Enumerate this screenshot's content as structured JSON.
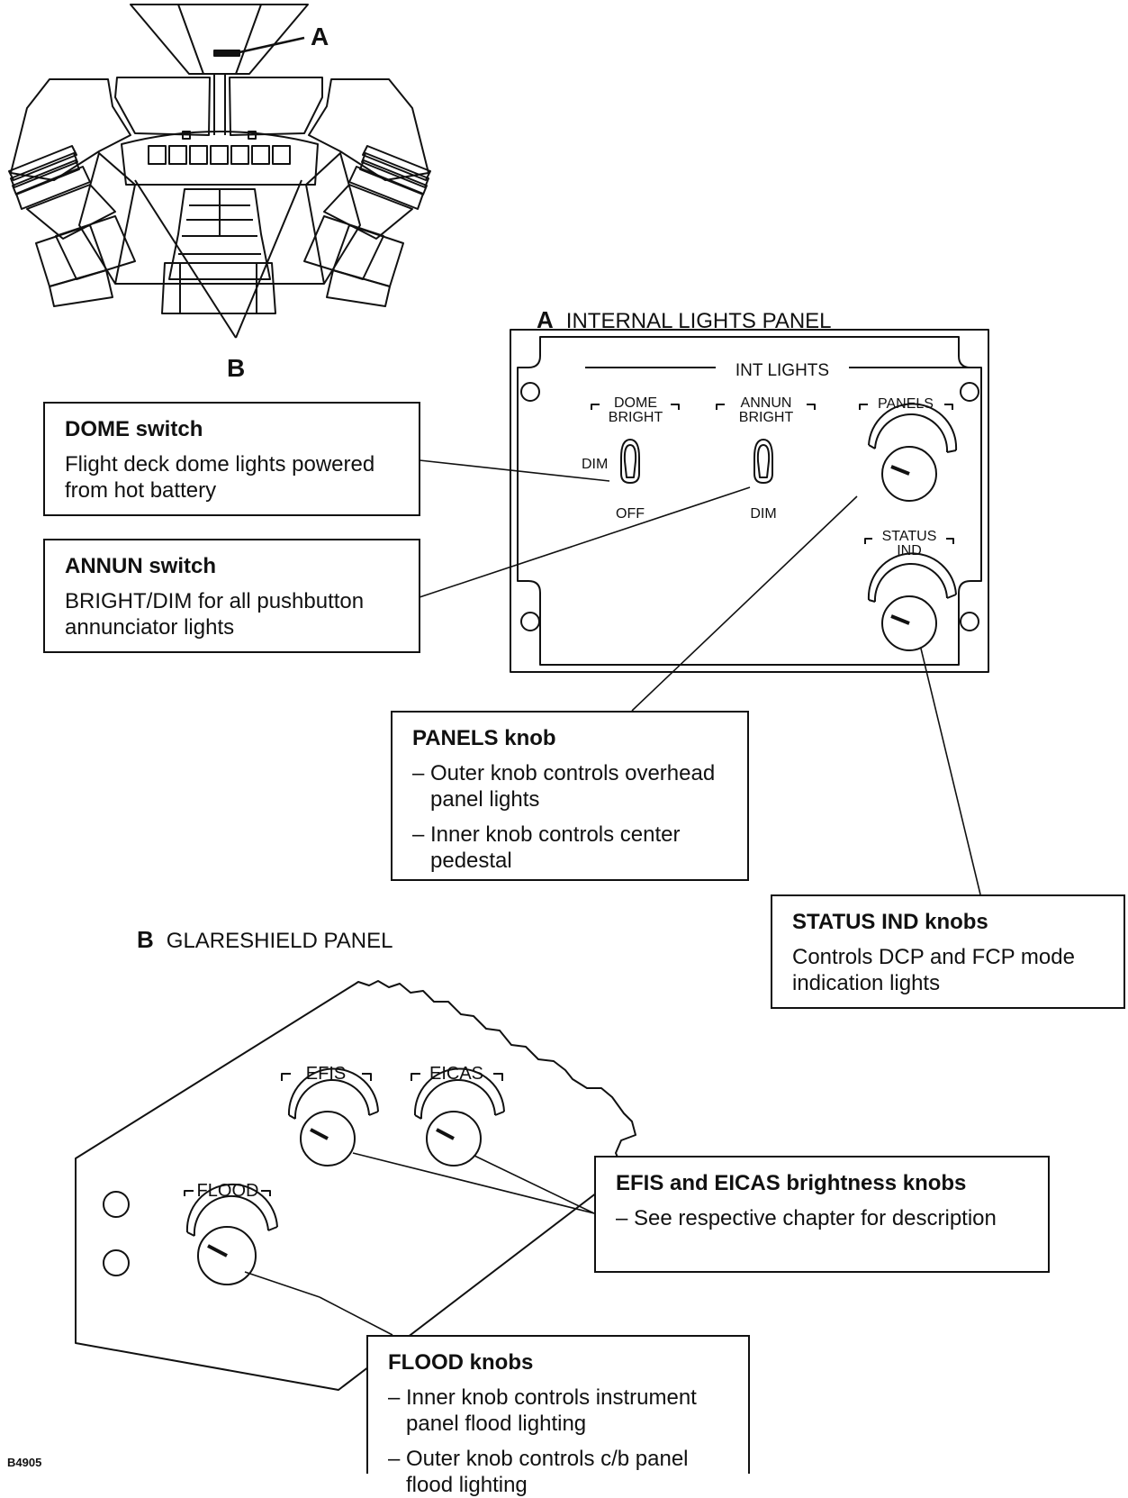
{
  "figure_id": "B4905",
  "callouts": {
    "a": "A",
    "b": "B"
  },
  "panel_a": {
    "letter": "A",
    "title": "INTERNAL LIGHTS PANEL",
    "int_lights_label": "INT LIGHTS",
    "dome_label_1": "DOME",
    "dome_label_2": "BRIGHT",
    "annun_label_1": "ANNUN",
    "annun_label_2": "BRIGHT",
    "dim_label": "DIM",
    "off_label": "OFF",
    "annun_dim_label": "DIM",
    "panels_label": "PANELS",
    "status_label_1": "STATUS",
    "status_label_2": "IND"
  },
  "panel_b": {
    "letter": "B",
    "title": "GLARESHIELD PANEL",
    "efis_label": "EFIS",
    "eicas_label": "EICAS",
    "flood_label": "FLOOD"
  },
  "boxes": {
    "dome": {
      "heading": "DOME switch",
      "text": "Flight deck dome lights powered from hot battery"
    },
    "annun": {
      "heading": "ANNUN switch",
      "text": "BRIGHT/DIM for all pushbutton annunciator lights"
    },
    "panels": {
      "heading": "PANELS knob",
      "items": [
        "Outer knob controls overhead panel lights",
        "Inner knob controls center pedestal"
      ]
    },
    "status": {
      "heading": "STATUS IND knobs",
      "text": "Controls DCP and FCP mode indication lights"
    },
    "efis": {
      "heading": "EFIS and EICAS brightness knobs",
      "items": [
        "See respective chapter for description"
      ]
    },
    "flood": {
      "heading": "FLOOD knobs",
      "items": [
        "Inner knob controls instrument panel flood lighting",
        "Outer knob controls c/b panel flood lighting"
      ]
    }
  }
}
